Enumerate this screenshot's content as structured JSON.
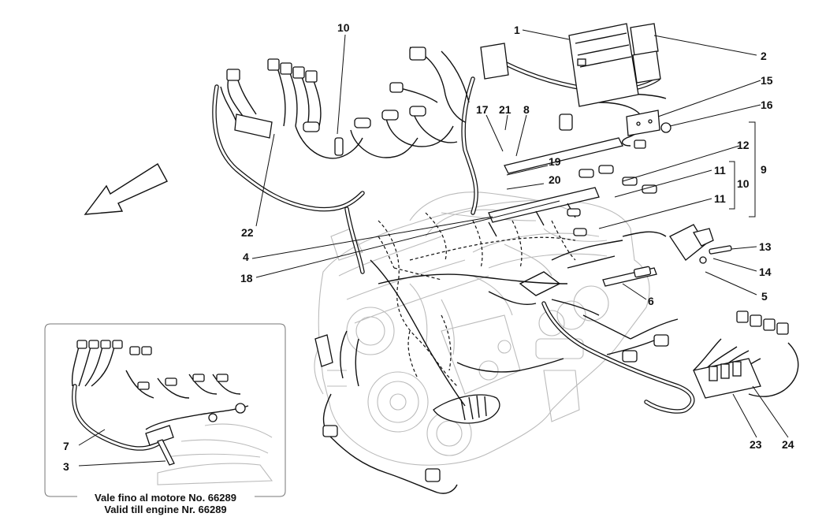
{
  "diagram": {
    "callouts": [
      "1",
      "2",
      "15",
      "16",
      "10",
      "17",
      "21",
      "8",
      "19",
      "20",
      "12",
      "11",
      "9",
      "10",
      "11",
      "22",
      "4",
      "18",
      "13",
      "14",
      "5",
      "6",
      "23",
      "24",
      "7",
      "3"
    ],
    "brace_labels": [
      "9",
      "10"
    ],
    "inset": {
      "caption_line1": "Vale fino al motore No. 66289",
      "caption_line2": "Valid till engine Nr. 66289"
    }
  }
}
